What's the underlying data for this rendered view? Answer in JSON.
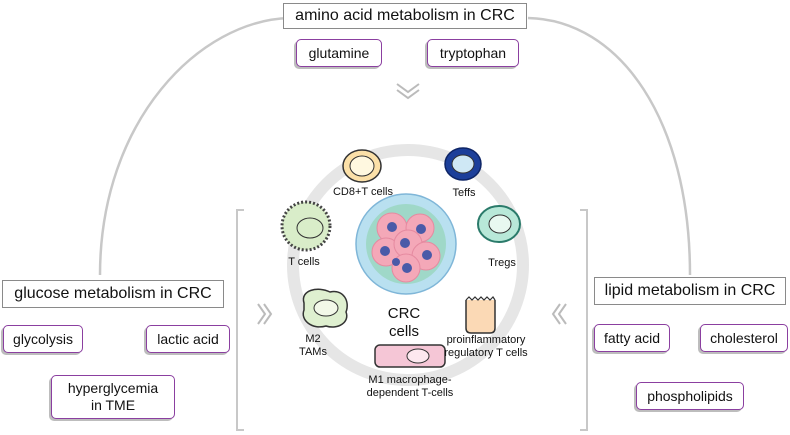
{
  "headings": {
    "amino": "amino acid metabolism in CRC",
    "glucose": "glucose metabolism in CRC",
    "lipid": "lipid metabolism in CRC"
  },
  "amino_items": [
    "glutamine",
    "tryptophan"
  ],
  "glucose_items": [
    "glycolysis",
    "lactic acid",
    "hyperglycemia in TME"
  ],
  "lipid_items": [
    "fatty acid",
    "cholesterol",
    "phospholipids"
  ],
  "center": {
    "label": "CRC cells"
  },
  "cells": {
    "cd8": "CD8+T cells",
    "teffs": "Teffs",
    "tcells": "T cells",
    "tregs": "Tregs",
    "m2": "M2 TAMs",
    "proinflam": "proinflammatory regulatory T cells",
    "m1": "M1 macrophage-dependent T-cells"
  },
  "colors": {
    "pill_border": "#8b3fa0",
    "heading_border": "#8a8a8a",
    "arc": "#cccccc",
    "tumor": "#f4a8b8",
    "nucleus": "#4a5aa8"
  }
}
